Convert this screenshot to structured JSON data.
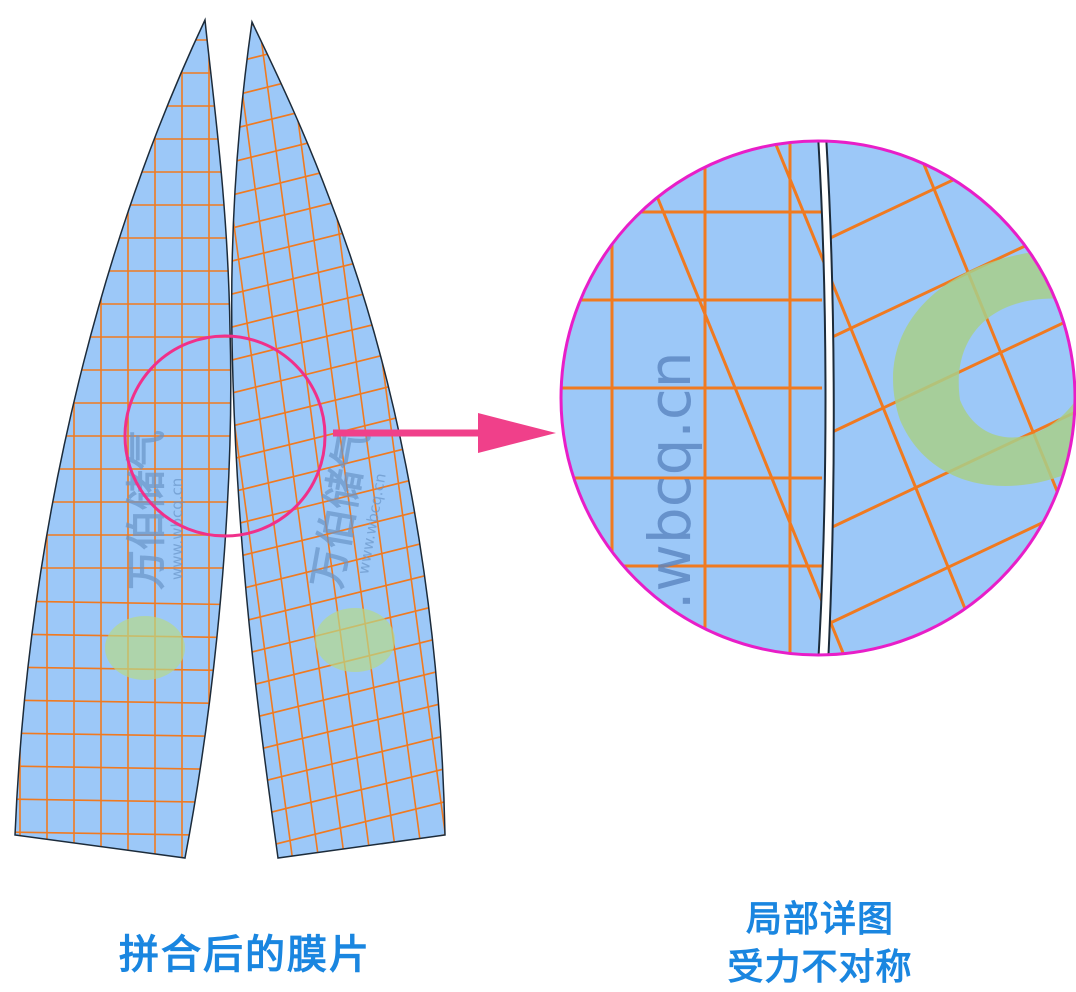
{
  "labels": {
    "left_caption": "拼合后的膜片",
    "right_caption_line1": "局部详图",
    "right_caption_line2": "受力不对称"
  },
  "watermark": {
    "brand": "万伯储气",
    "url": "www.wbcq.cn"
  },
  "colors": {
    "membrane": "#9cc8f8",
    "grid": "#f07a20",
    "outline": "#1c2b3a",
    "highlight": "#f0308a",
    "magnifier": "#e81ec8",
    "text": "#1a86e0"
  }
}
